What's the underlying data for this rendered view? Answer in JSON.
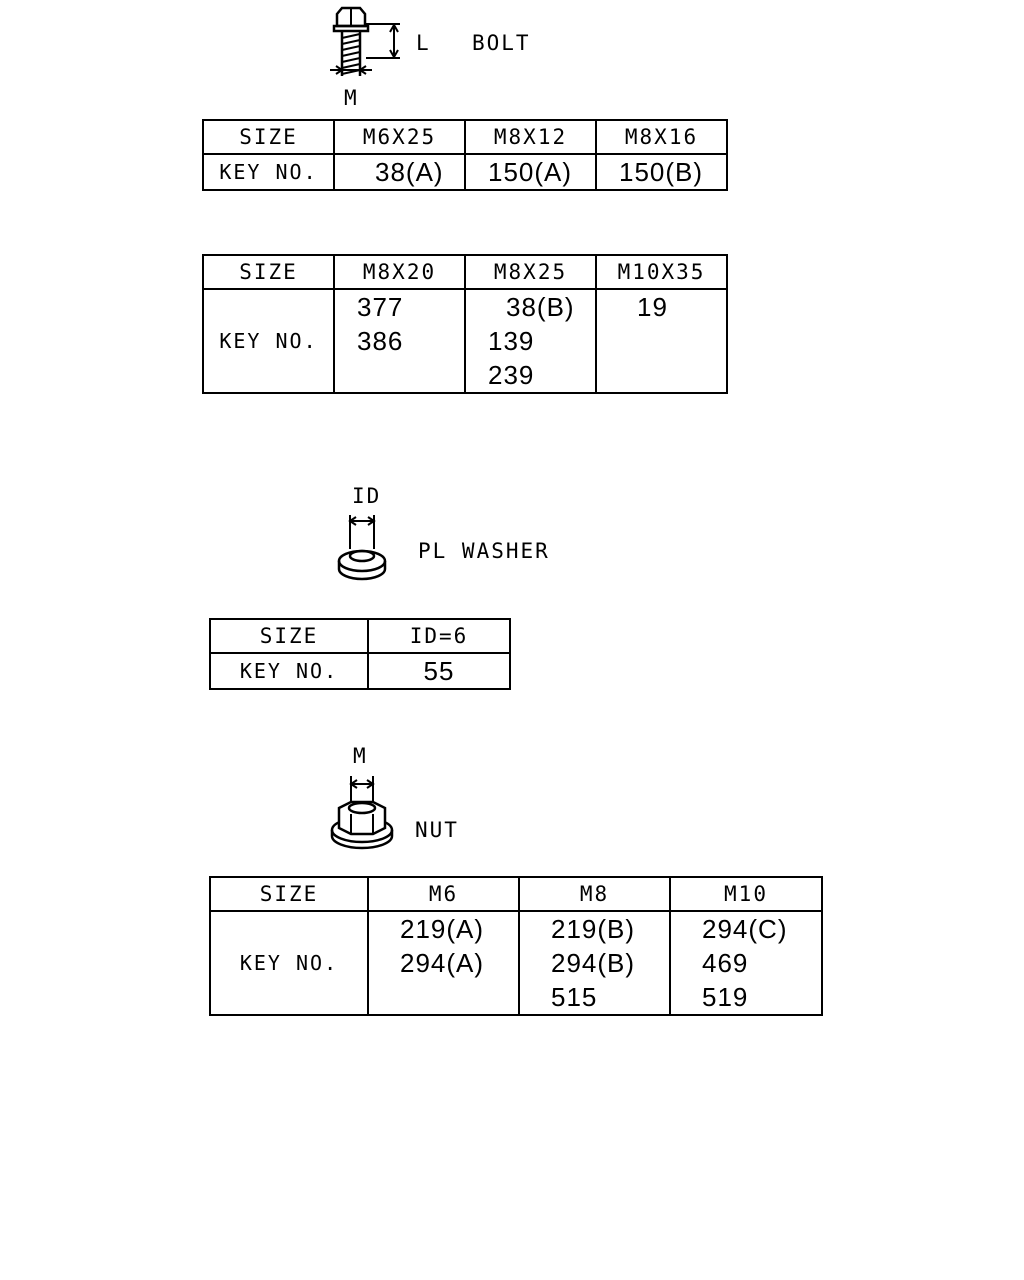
{
  "bolt": {
    "title": "BOLT",
    "dim_length": "L",
    "dim_thread": "M",
    "table1": {
      "size_label": "SIZE",
      "key_label": "KEY NO.",
      "columns": [
        {
          "size": "M6X25",
          "keys": [
            "38(A)"
          ]
        },
        {
          "size": "M8X12",
          "keys": [
            "150(A)"
          ]
        },
        {
          "size": "M8X16",
          "keys": [
            "150(B)"
          ]
        }
      ]
    },
    "table2": {
      "size_label": "SIZE",
      "key_label": "KEY NO.",
      "columns": [
        {
          "size": "M8X20",
          "keys": [
            "377",
            "386"
          ]
        },
        {
          "size": "M8X25",
          "keys": [
            "38(B)",
            "139",
            "239"
          ]
        },
        {
          "size": "M10X35",
          "keys": [
            "19"
          ]
        }
      ]
    }
  },
  "washer": {
    "title": "PL WASHER",
    "dim_id": "ID",
    "table": {
      "size_label": "SIZE",
      "key_label": "KEY NO.",
      "columns": [
        {
          "size": "ID=6",
          "keys": [
            "55"
          ]
        }
      ]
    }
  },
  "nut": {
    "title": "NUT",
    "dim_thread": "M",
    "table": {
      "size_label": "SIZE",
      "key_label": "KEY NO.",
      "columns": [
        {
          "size": "M6",
          "keys": [
            "219(A)",
            "294(A)"
          ]
        },
        {
          "size": "M8",
          "keys": [
            "219(B)",
            "294(B)",
            "515"
          ]
        },
        {
          "size": "M10",
          "keys": [
            "294(C)",
            "469",
            "519"
          ]
        }
      ]
    }
  }
}
